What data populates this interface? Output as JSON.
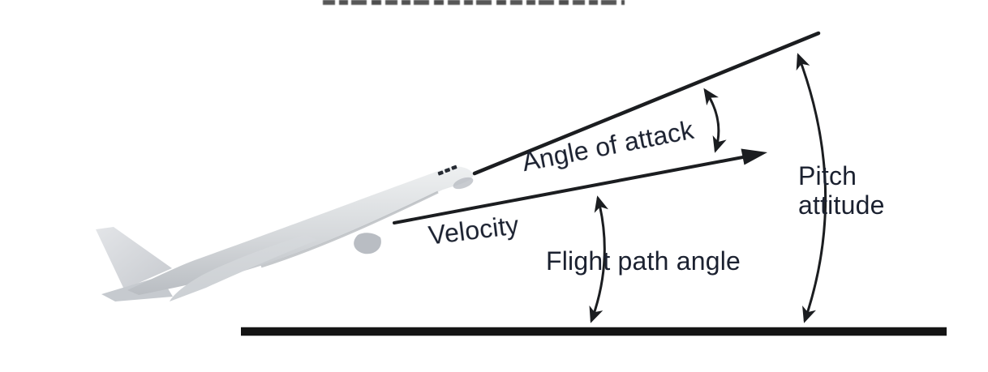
{
  "diagram": {
    "description": "Aircraft pitch attitude, angle of attack and flight path angle diagram",
    "labels": {
      "angle_of_attack": "Angle of attack",
      "velocity": "Velocity",
      "flight_path_angle": "Flight path angle",
      "pitch_attitude": "Pitch attitude"
    },
    "colors": {
      "background": "#ffffff",
      "line": "#1b1d20",
      "ground": "#141414",
      "text": "#1b2130",
      "aircraft_light": "#eef0f1",
      "aircraft_mid": "#d5d8db",
      "aircraft_dark": "#b9bdc2",
      "aircraft_wing": "#ccd0d4",
      "cockpit_window": "#262b33"
    }
  }
}
